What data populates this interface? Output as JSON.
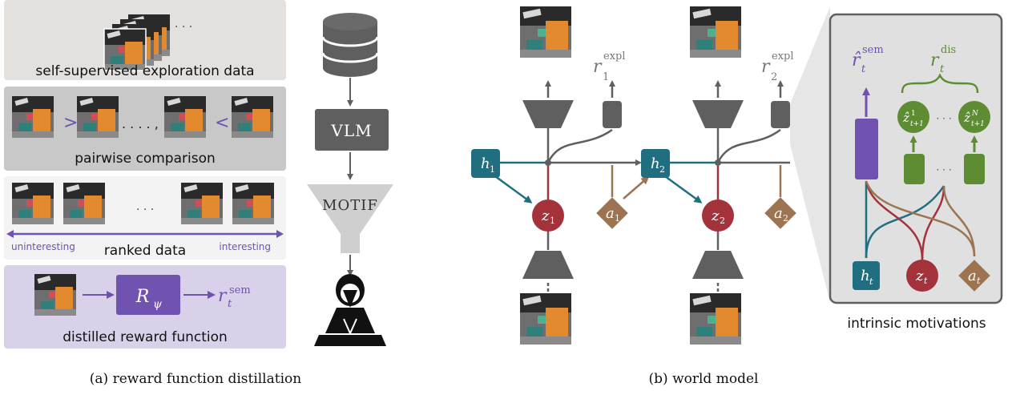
{
  "left": {
    "panel1_label": "self-supervised exploration data",
    "panel2_label": "pairwise comparison",
    "panel2_gt": ">",
    "panel2_ellipsis": ". . . . ,",
    "panel2_lt": "<",
    "panel3_label": "ranked data",
    "panel3_left": "uninteresting",
    "panel3_right": "interesting",
    "panel3_ellipsis": ". . .",
    "panel4_label": "distilled reward function",
    "panel4_box_main": "R",
    "panel4_box_sub": "ψ",
    "panel4_out_main": "r",
    "panel4_out_sup": "sem",
    "panel4_out_sub": "t",
    "stack_ellipsis": ". . ."
  },
  "mid": {
    "vlm": "VLM",
    "motif": "MOTIF"
  },
  "world": {
    "h1": "h",
    "h1_sub": "1",
    "h2": "h",
    "h2_sub": "2",
    "z1": "z",
    "z1_sub": "1",
    "z2": "z",
    "z2_sub": "2",
    "a1": "a",
    "a1_sub": "1",
    "a2": "a",
    "a2_sub": "2",
    "r1": "r",
    "r1_sub": "1",
    "r1_sup": "expl",
    "r2": "r",
    "r2_sub": "2",
    "r2_sup": "expl",
    "ellipsis": ". . ."
  },
  "intrinsic": {
    "label": "intrinsic motivations",
    "rsem": "r̂",
    "rsem_sub": "t",
    "rsem_sup": "sem",
    "rdis": "r",
    "rdis_sub": "t",
    "rdis_sup": "dis",
    "z1": "ẑ",
    "z1_sup": "1",
    "z1_sub": "t+1",
    "zN": "ẑ",
    "zN_sup": "N",
    "zN_sub": "t+1",
    "dots": "· · ·",
    "ht": "h",
    "ht_sub": "t",
    "zt": "z",
    "zt_sub": "t",
    "at": "a",
    "at_sub": "t"
  },
  "captions": {
    "a": "(a) reward function distillation",
    "b": "(b) world model"
  },
  "colors": {
    "teal": "#1f6f80",
    "red": "#a3323b",
    "brown": "#9c7452",
    "purple": "#7052b0",
    "green": "#5e8c32",
    "gray": "#5f5f5f"
  }
}
